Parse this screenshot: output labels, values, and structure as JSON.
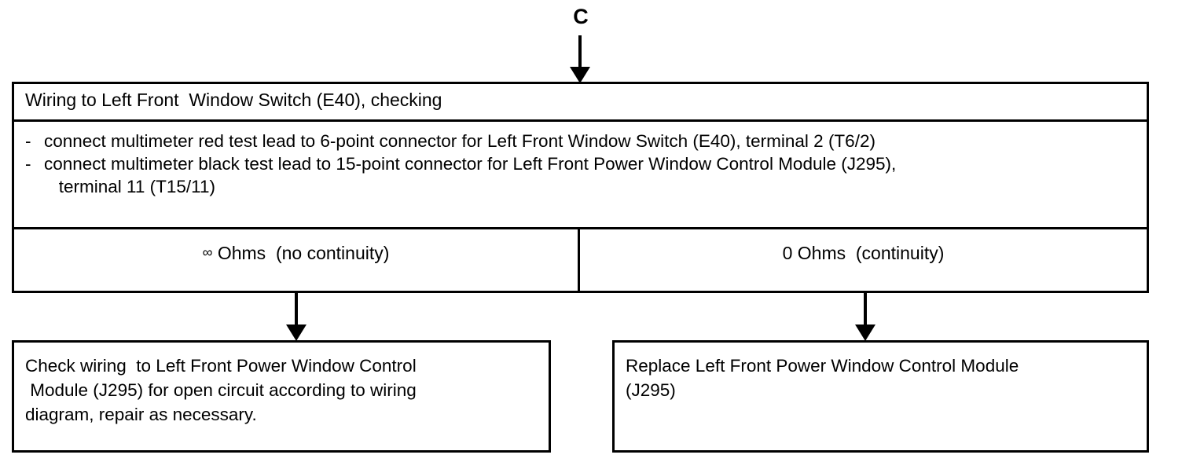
{
  "diagram": {
    "connector": {
      "label": "C"
    },
    "test_block": {
      "title": "Wiring to Left Front  Window Switch (E40), checking",
      "steps": [
        {
          "bullet": "-",
          "text": "connect multimeter red test lead to 6-point connector for Left Front Window Switch (E40), terminal 2 (T6/2)"
        },
        {
          "bullet": "-",
          "text": "connect multimeter black test lead to 15-point connector for Left Front Power Window Control Module (J295),\n   terminal 11 (T15/11)"
        }
      ],
      "results": [
        {
          "symbol": "∞",
          "text": " Ohms  (no continuity)"
        },
        {
          "symbol": "0",
          "text": " Ohms  (continuity)"
        }
      ]
    },
    "outcomes": [
      {
        "text": "Check wiring  to Left Front Power Window Control\n Module (J295) for open circuit according to wiring\ndiagram, repair as necessary."
      },
      {
        "text": "Replace Left Front Power Window Control Module\n(J295)"
      }
    ]
  }
}
